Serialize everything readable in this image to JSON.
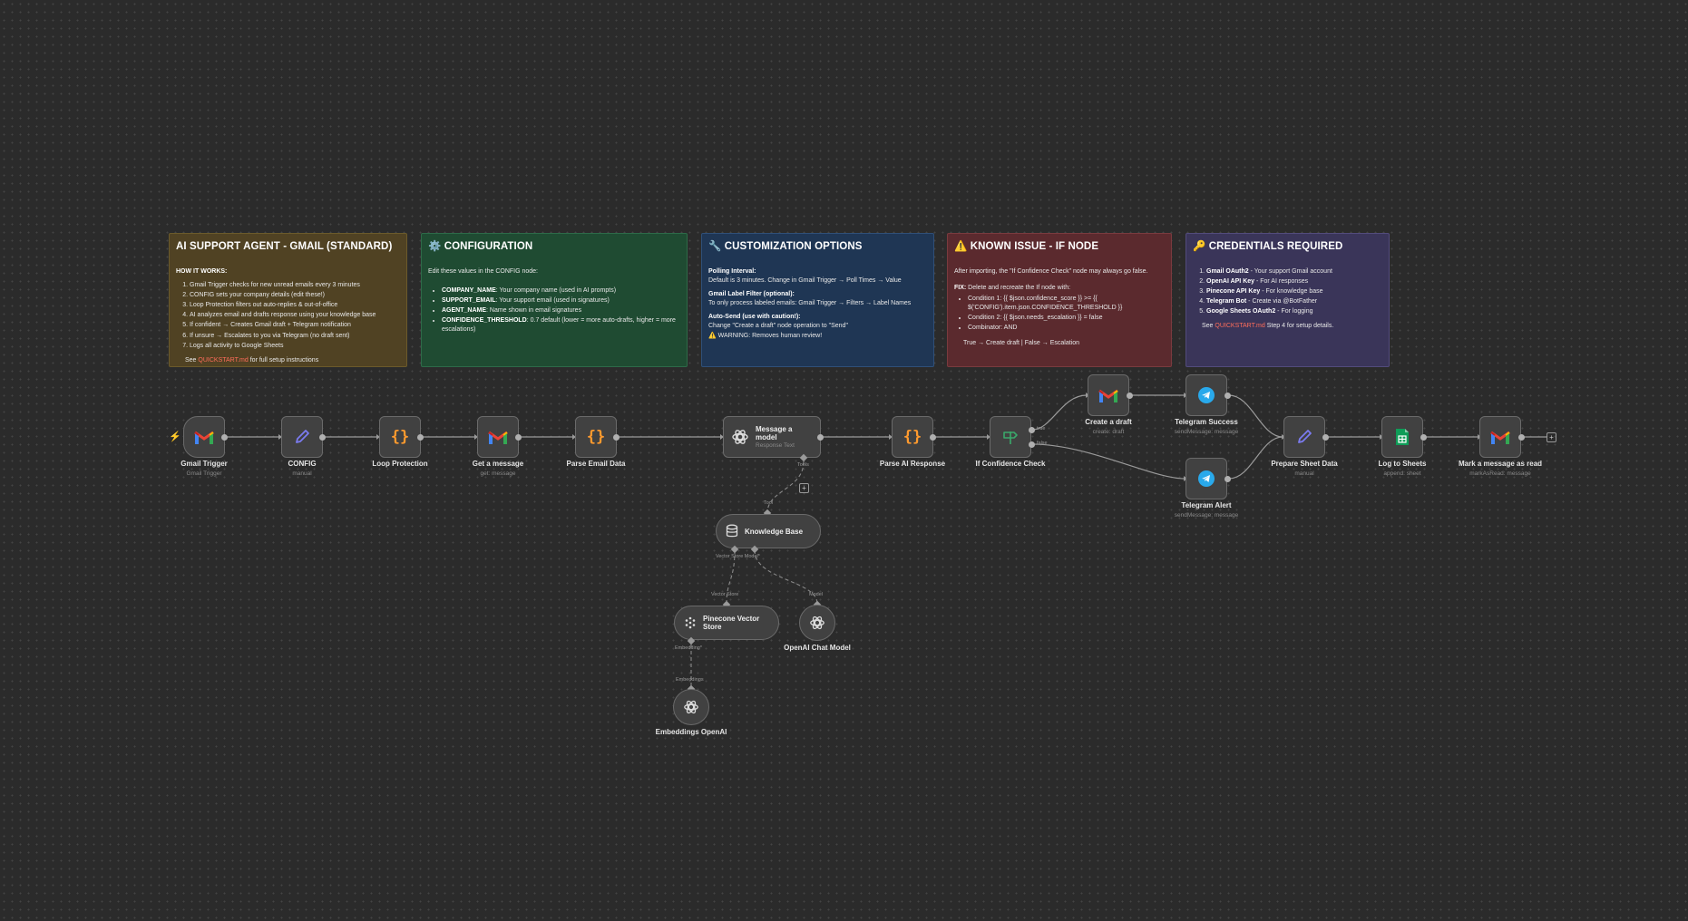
{
  "notes": {
    "overview": {
      "title": "AI SUPPORT AGENT - GMAIL (STANDARD)",
      "subtitle": "HOW IT WORKS:",
      "steps": [
        "Gmail Trigger checks for new unread emails every 3 minutes",
        "CONFIG sets your company details (edit these!)",
        "Loop Protection filters out auto-replies & out-of-office",
        "AI analyzes email and drafts response using your knowledge base",
        "If confident → Creates Gmail draft + Telegram notification",
        "If unsure → Escalates to you via Telegram (no draft sent)",
        "Logs all activity to Google Sheets"
      ],
      "see_prefix": "See ",
      "see_link": "QUICKSTART.md",
      "see_suffix": " for full setup instructions"
    },
    "configuration": {
      "title": "⚙️ CONFIGURATION",
      "intro": "Edit these values in the CONFIG node:",
      "items": [
        {
          "key": "COMPANY_NAME",
          "text": ": Your company name (used in AI prompts)"
        },
        {
          "key": "SUPPORT_EMAIL",
          "text": ": Your support email (used in signatures)"
        },
        {
          "key": "AGENT_NAME",
          "text": ": Name shown in email signatures"
        },
        {
          "key": "CONFIDENCE_THRESHOLD",
          "text": ": 0.7 default (lower = more auto-drafts, higher = more escalations)"
        }
      ]
    },
    "customization": {
      "title": "🔧 CUSTOMIZATION OPTIONS",
      "poll_head": "Polling Interval:",
      "poll_text": "Default is 3 minutes. Change in Gmail Trigger → Poll Times → Value",
      "filter_head": "Gmail Label Filter (optional):",
      "filter_text": "To only process labeled emails: Gmail Trigger → Filters → Label Names",
      "auto_head": "Auto-Send (use with caution!):",
      "auto_text": "Change \"Create a draft\" node operation to \"Send\"",
      "warning": "⚠️ WARNING: Removes human review!"
    },
    "known_issue": {
      "title": "⚠️ KNOWN ISSUE - IF NODE",
      "intro": "After importing, the \"If Confidence Check\" node may always go false.",
      "fix_head": "FIX:",
      "fix_text": " Delete and recreate the If node with:",
      "items": [
        "Condition 1: {{ $json.confidence_score }} >= {{ $('CONFIG').item.json.CONFIDENCE_THRESHOLD }}",
        "Condition 2: {{ $json.needs_escalation }} = false",
        "Combinator: AND"
      ],
      "footer": "True → Create draft | False → Escalation"
    },
    "credentials": {
      "title": "🔑 CREDENTIALS REQUIRED",
      "items": [
        {
          "key": "Gmail OAuth2",
          "text": " - Your support Gmail account"
        },
        {
          "key": "OpenAI API Key",
          "text": " - For AI responses"
        },
        {
          "key": "Pinecone API Key",
          "text": " - For knowledge base"
        },
        {
          "key": "Telegram Bot",
          "text": " - Create via @BotFather"
        },
        {
          "key": "Google Sheets OAuth2",
          "text": " - For logging"
        }
      ],
      "see_prefix": "See ",
      "see_link": "QUICKSTART.md",
      "see_suffix": " Step 4 for setup details."
    }
  },
  "nodes": {
    "gmail_trigger": {
      "label": "Gmail Trigger",
      "sub": "Gmail Trigger"
    },
    "config": {
      "label": "CONFIG",
      "sub": "manual"
    },
    "loop_protection": {
      "label": "Loop Protection",
      "sub": ""
    },
    "get_message": {
      "label": "Get a message",
      "sub": "get: message"
    },
    "parse_email": {
      "label": "Parse Email Data",
      "sub": ""
    },
    "message_model": {
      "label": "Message a model",
      "sub": "Response Text"
    },
    "parse_ai": {
      "label": "Parse AI Response",
      "sub": ""
    },
    "if_confidence": {
      "label": "If Confidence Check",
      "sub": ""
    },
    "create_draft": {
      "label": "Create a draft",
      "sub": "create: draft"
    },
    "telegram_success": {
      "label": "Telegram Success",
      "sub": "sendMessage: message"
    },
    "telegram_alert": {
      "label": "Telegram Alert",
      "sub": "sendMessage: message"
    },
    "prepare_sheet": {
      "label": "Prepare Sheet Data",
      "sub": "manual"
    },
    "log_sheets": {
      "label": "Log to Sheets",
      "sub": "append: sheet"
    },
    "mark_read": {
      "label": "Mark a message as read",
      "sub": "markAsRead: message"
    },
    "knowledge_base": {
      "label": "Knowledge Base"
    },
    "pinecone": {
      "label": "Pinecone Vector Store"
    },
    "openai_chat": {
      "label": "OpenAI Chat Model"
    },
    "embeddings": {
      "label": "Embeddings OpenAI"
    }
  },
  "ports": {
    "tools": "Tools",
    "tool": "Tool",
    "vector_store_model": "Vector Store Model*",
    "vector_store": "Vector Store",
    "model": "Model",
    "embedding": "Embedding*",
    "embeddings": "Embeddings",
    "true": "true",
    "false": "false"
  },
  "colors": {
    "canvas": "#2b2b2b",
    "node": "#414141",
    "wire": "#9a9a9a",
    "gmail_red": "#ea4335",
    "telegram": "#29a9eb",
    "sheets": "#0f9d58",
    "code_orange": "#ff9a2e",
    "set_purple": "#7b7bf0",
    "if_green": "#3aa86b",
    "trigger_bolt": "#ff6d5a"
  }
}
